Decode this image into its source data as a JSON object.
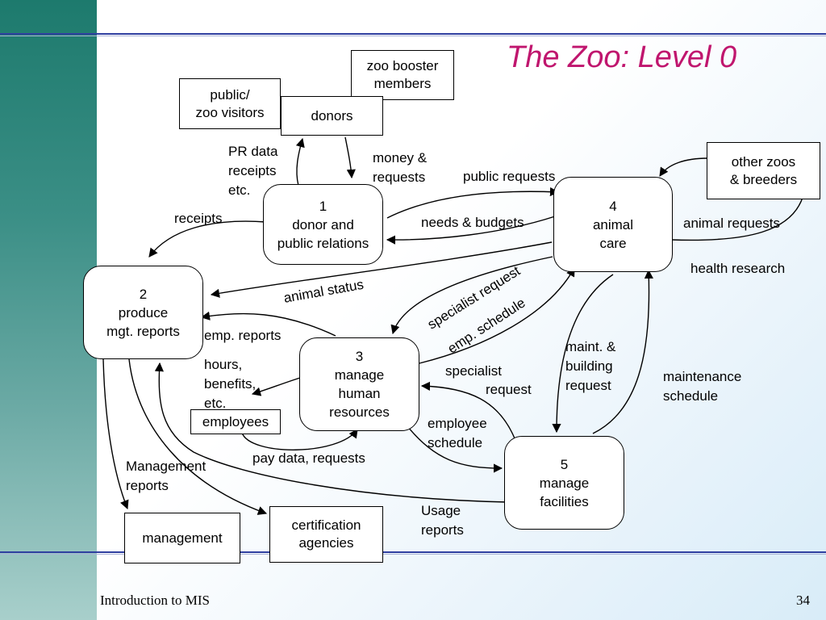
{
  "slide": {
    "title": "The Zoo:  Level 0",
    "footer_left": "Introduction to MIS",
    "page_number": "34"
  },
  "entities": {
    "zoo_booster": "zoo booster\nmembers",
    "public_visitors": "public/\nzoo visitors",
    "donors": "donors",
    "other_zoos": "other zoos\n& breeders",
    "employees": "employees",
    "management": "management",
    "certification": "certification\nagencies"
  },
  "processes": {
    "p1": "1\ndonor and\npublic relations",
    "p2": "2\nproduce\nmgt. reports",
    "p3": "3\nmanage\nhuman\nresources",
    "p4": "4\nanimal\ncare",
    "p5": "5\nmanage\nfacilities"
  },
  "flows": {
    "pr_data": "PR data\nreceipts\netc.",
    "money_requests": "money &\nrequests",
    "public_requests": "public requests",
    "receipts": "receipts",
    "needs_budgets": "needs & budgets",
    "animal_requests": "animal requests",
    "health_research": "health research",
    "animal_status": "animal status",
    "specialist_request_diag": "specialist request",
    "emp_schedule": "emp. schedule",
    "emp_reports": "emp. reports",
    "hours_benefits": "hours,\nbenefits,\netc.",
    "maint_building": "maint. &\nbuilding\nrequest",
    "maintenance_schedule": "maintenance\nschedule",
    "specialist": "specialist",
    "request": "request",
    "employee_schedule": "employee\nschedule",
    "pay_data": "pay data, requests",
    "management_reports": "Management\nreports",
    "usage_reports": "Usage\nreports"
  }
}
